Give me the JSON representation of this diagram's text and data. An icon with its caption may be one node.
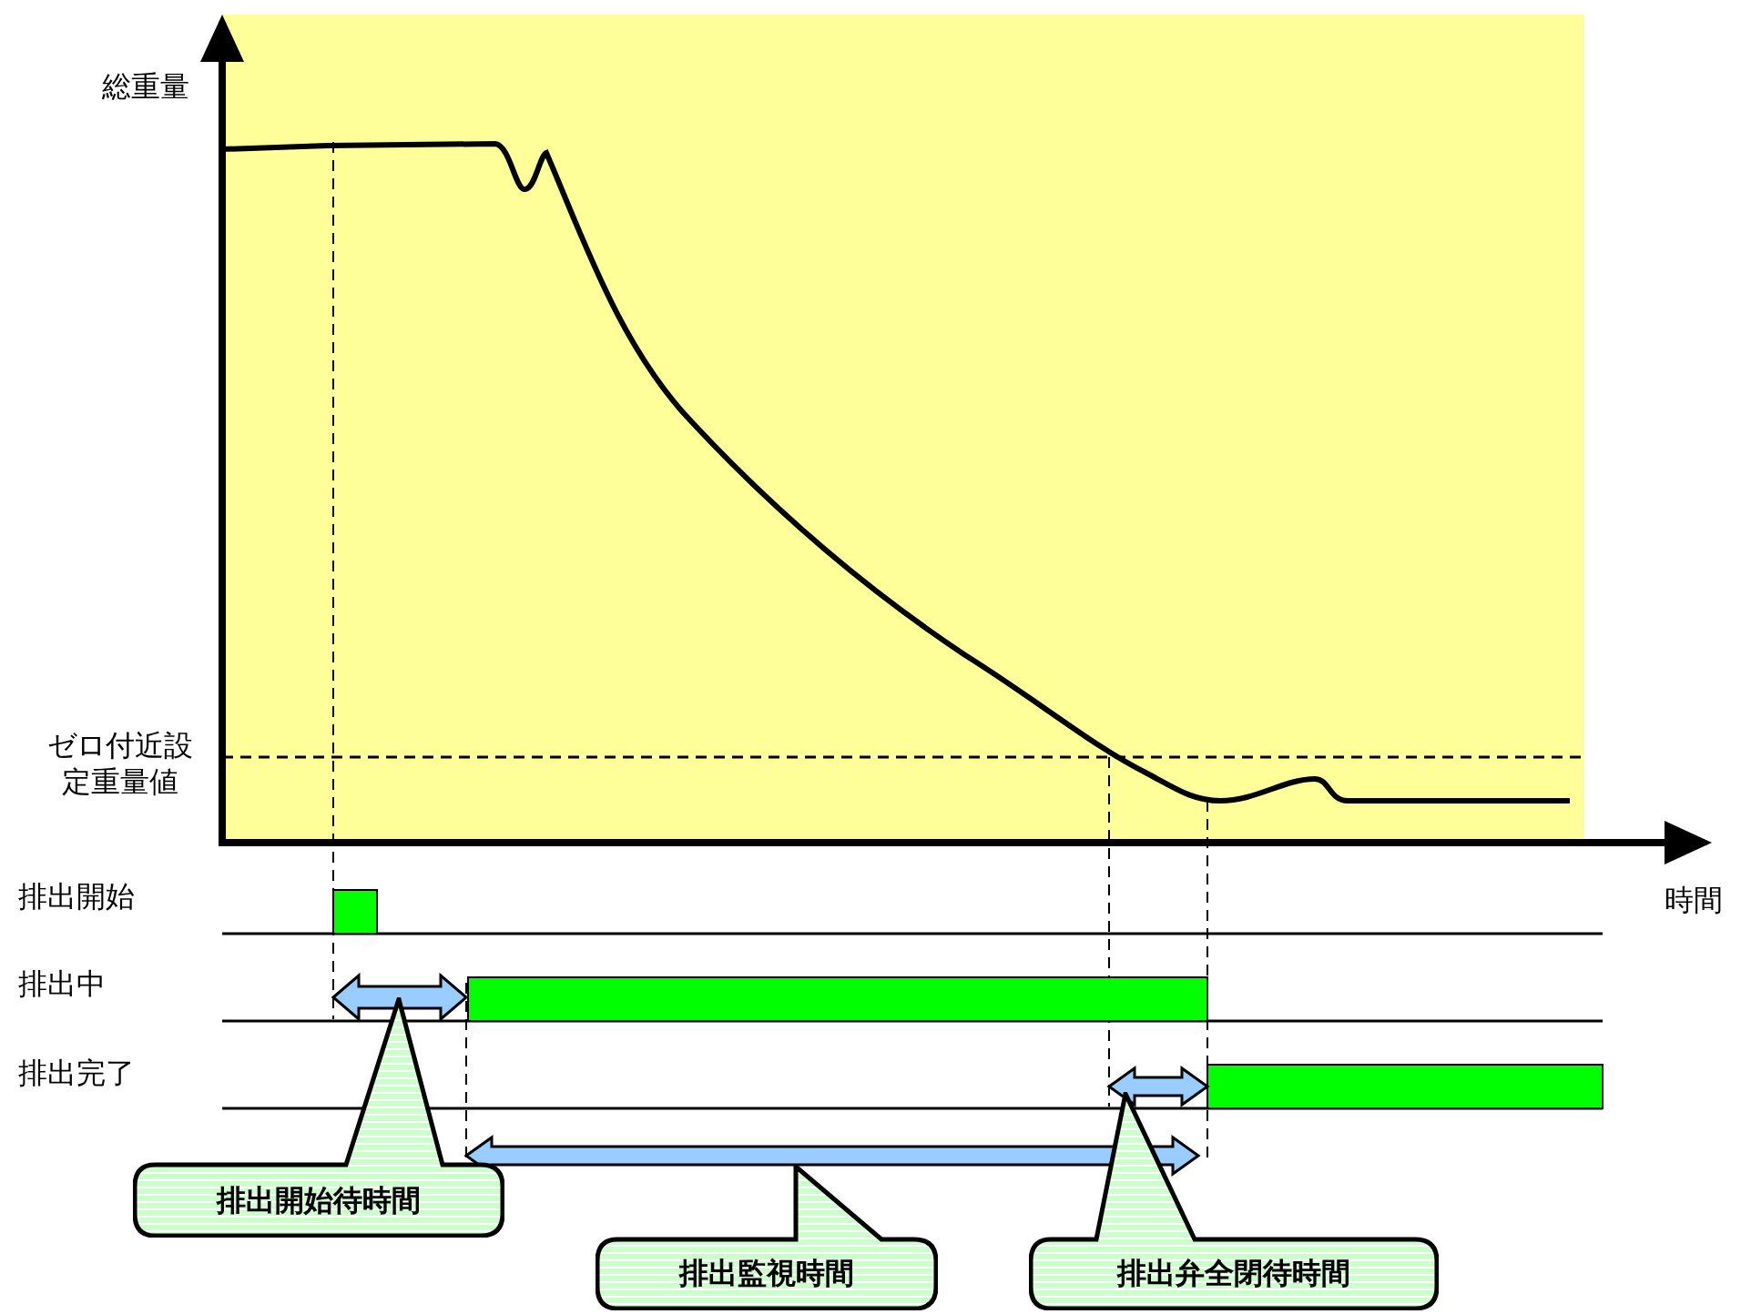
{
  "diagram": {
    "nodes": [
      {
        "text": [
          "排出開始待時間"
        ]
      },
      {
        "text": [
          "排出監視時間"
        ]
      },
      {
        "text": [
          "排出弁全閉待時間"
        ]
      }
    ],
    "edges": [],
    "labels": [
      "総重量",
      "ゼロ付近設定重量値",
      "排出開始",
      "時間",
      "排出中",
      "排出完了"
    ]
  }
}
